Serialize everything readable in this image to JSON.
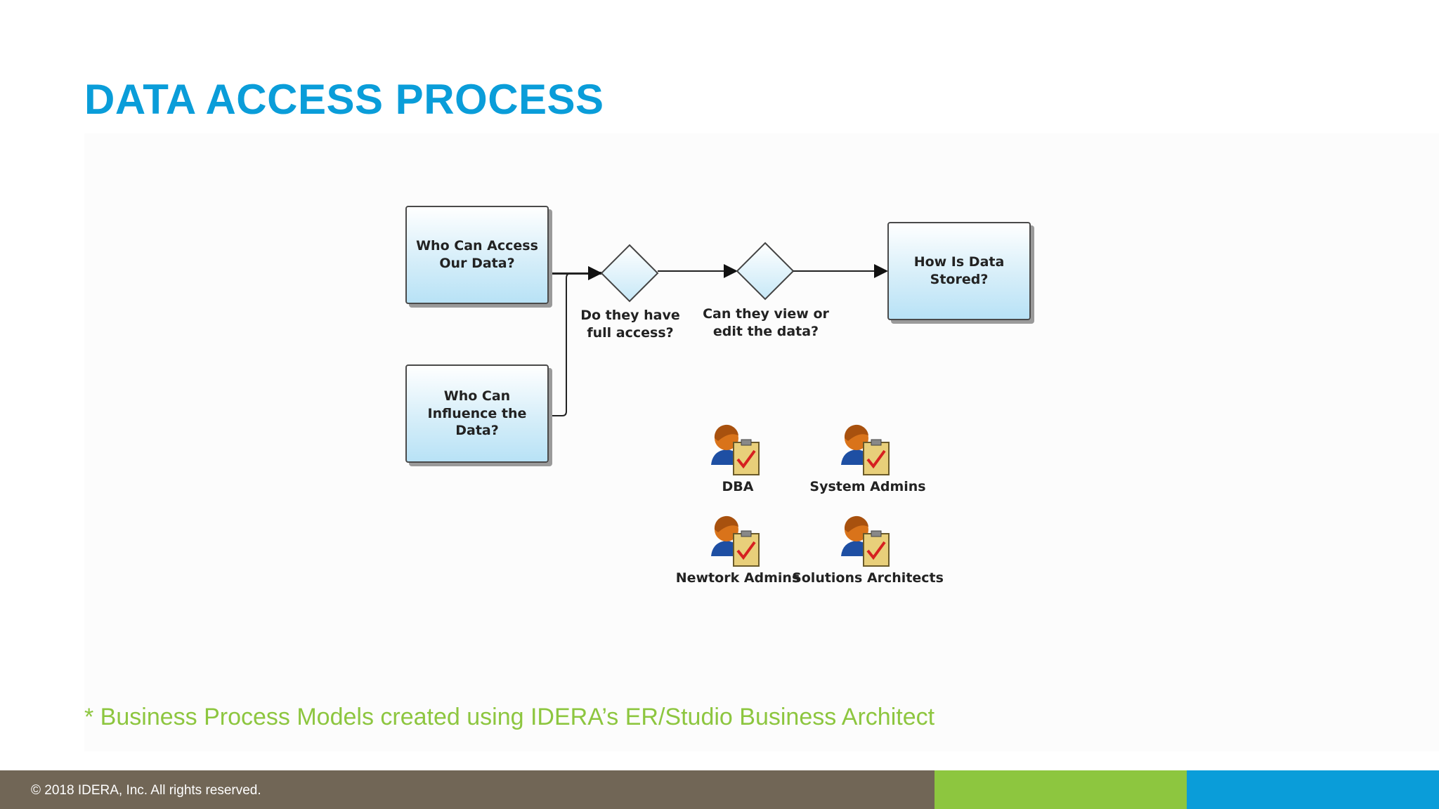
{
  "slide": {
    "title": "DATA ACCESS PROCESS",
    "footnote": "* Business Process Models created using IDERA’s ER/Studio Business Architect"
  },
  "diagram": {
    "boxes": {
      "access": "Who Can Access Our Data?",
      "influence": "Who Can Influence the Data?",
      "stored": "How Is Data Stored?"
    },
    "gateways": {
      "full_access": "Do they have full access?",
      "view_edit": "Can they view or edit the data?"
    },
    "roles": [
      "DBA",
      "System Admins",
      "Newtork Admins",
      "Solutions Architects"
    ]
  },
  "footer": {
    "copyright": "© 2018 IDERA, Inc. All rights reserved.",
    "colors": {
      "brown": "#716656",
      "green": "#8dc63f",
      "blue": "#0a9dd9"
    }
  },
  "colors": {
    "title": "#0a9dd9",
    "footnote": "#8dc63f"
  }
}
